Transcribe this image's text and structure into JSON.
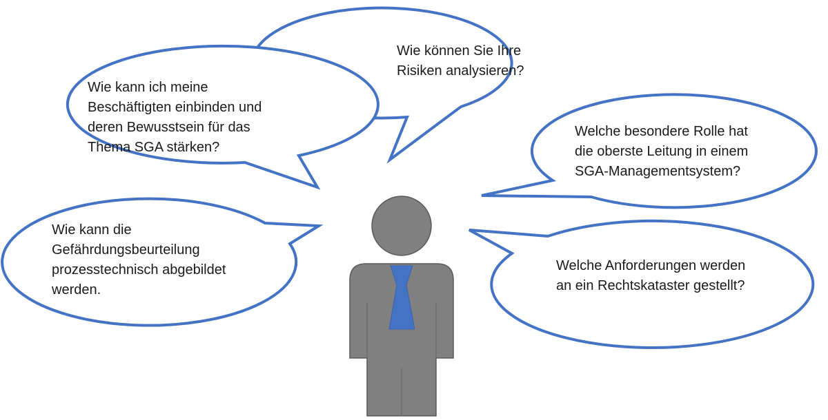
{
  "colors": {
    "bubble_stroke": "#4472c4",
    "bubble_fill": "#ffffff",
    "person_body": "#808080",
    "person_outline": "#595959",
    "tie": "#4472c4"
  },
  "bubbles": [
    {
      "id": "risks",
      "lines": [
        "Wie können Sie Ihre",
        "Risiken analysieren?"
      ]
    },
    {
      "id": "employees",
      "lines": [
        "Wie kann ich meine",
        "Beschäftigten einbinden und",
        "deren Bewusstsein für das",
        "Thema SGA stärken?"
      ]
    },
    {
      "id": "leadership",
      "lines": [
        "Welche besondere Rolle hat",
        "die oberste Leitung in einem",
        "SGA-Managementsystem?"
      ]
    },
    {
      "id": "hazard-assessment",
      "lines": [
        "Wie kann die",
        "Gefährdungsbeurteilung",
        "prozesstechnisch abgebildet",
        "werden."
      ]
    },
    {
      "id": "legal-register",
      "lines": [
        "Welche Anforderungen werden",
        "an ein Rechtskataster gestellt?"
      ]
    }
  ]
}
